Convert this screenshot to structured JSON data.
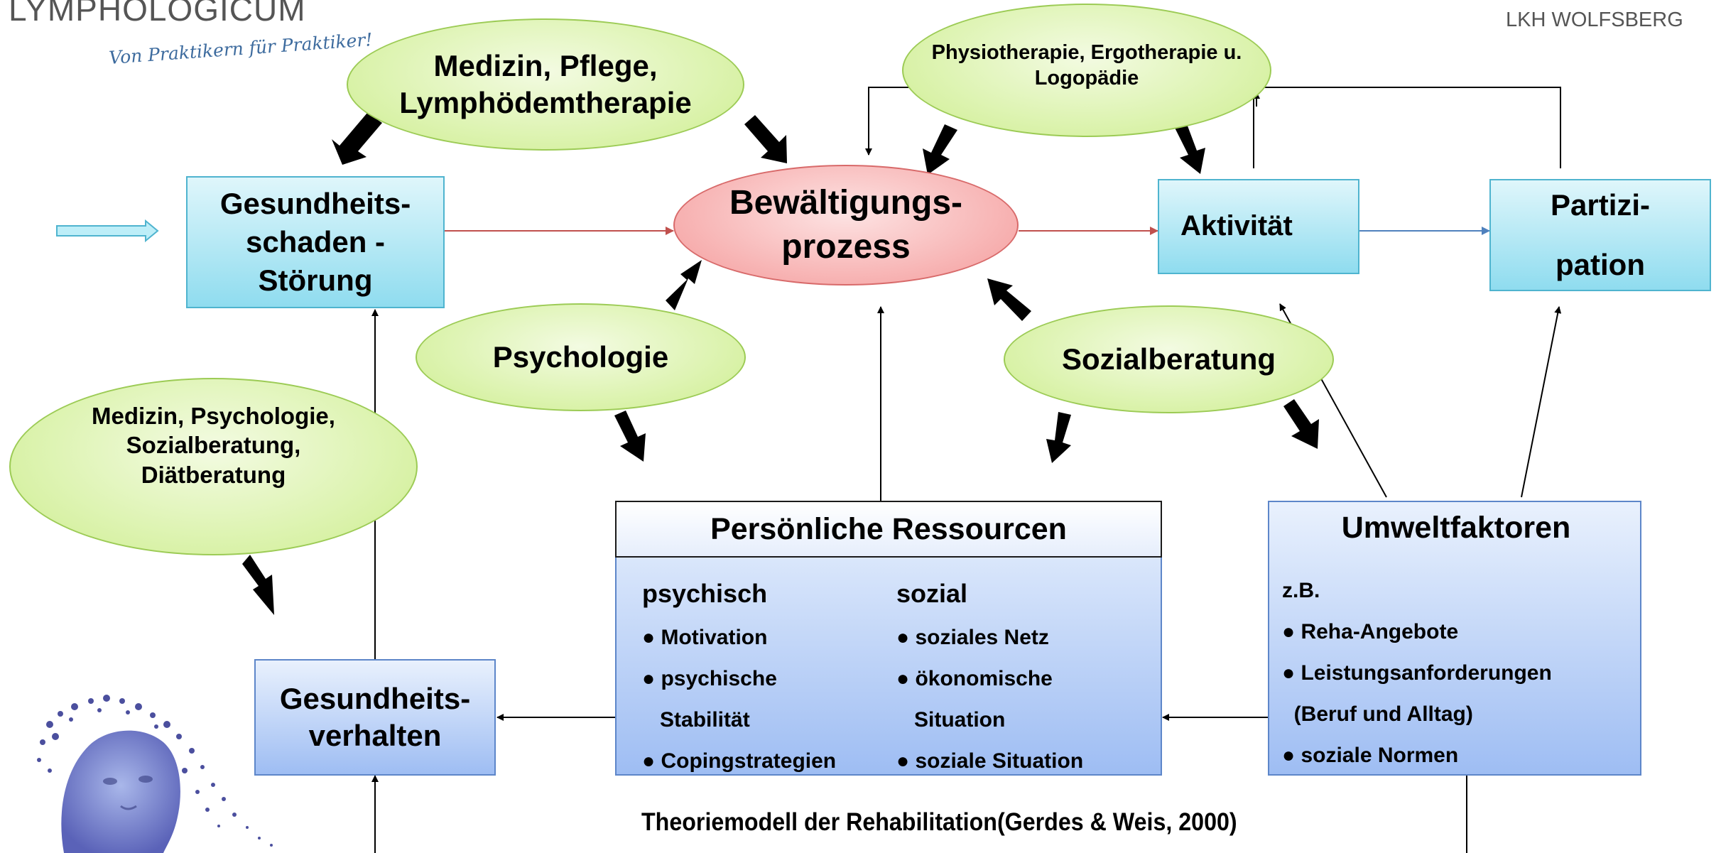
{
  "header": {
    "logo_text": "LYMPHOLOGICUM",
    "tagline": "Von Praktikern für Praktiker!",
    "institution": "LKH WOLFSBERG"
  },
  "ellipses": {
    "medizin_pflege": "Medizin, Pflege,\nLymphödemtherapie",
    "physio": "Physiotherapie, Ergotherapie u.\nLogopädie",
    "psychologie": "Psychologie",
    "sozialberatung": "Sozialberatung",
    "medizin_psych": "Medizin, Psychologie,\nSozialberatung,\nDiätberatung"
  },
  "boxes": {
    "gesundheitsschaden": "Gesundheits-\nschaden -\nStörung",
    "bewaeltigung": "Bewältigungs-\nprozess",
    "aktivitaet": "Aktivität",
    "partizipation": "Partizi-\n\npation",
    "gesundheitsverhalten": "Gesundheits-\nverhalten"
  },
  "ressourcen": {
    "title": "Persönliche Ressourcen",
    "psychisch_heading": "psychisch",
    "sozial_heading": "sozial",
    "psychisch_items": [
      "● Motivation",
      "● psychische",
      "   Stabilität",
      "● Copingstrategien"
    ],
    "sozial_items": [
      "● soziales Netz",
      "● ökonomische",
      "   Situation",
      "● soziale Situation"
    ]
  },
  "umwelt": {
    "title": "Umweltfaktoren",
    "intro": "z.B.",
    "items": [
      "● Reha-Angebote",
      "● Leistungsanforderungen",
      "  (Beruf und Alltag)",
      "● soziale Normen"
    ]
  },
  "caption": "Theoriemodell der Rehabilitation(Gerdes & Weis, 2000)",
  "colors": {
    "cyan_box": "#8fdcef",
    "green_ellipse": "#d9f2a8",
    "red_ellipse": "#f6a9a9",
    "blue_box": "#9ebdf3"
  }
}
